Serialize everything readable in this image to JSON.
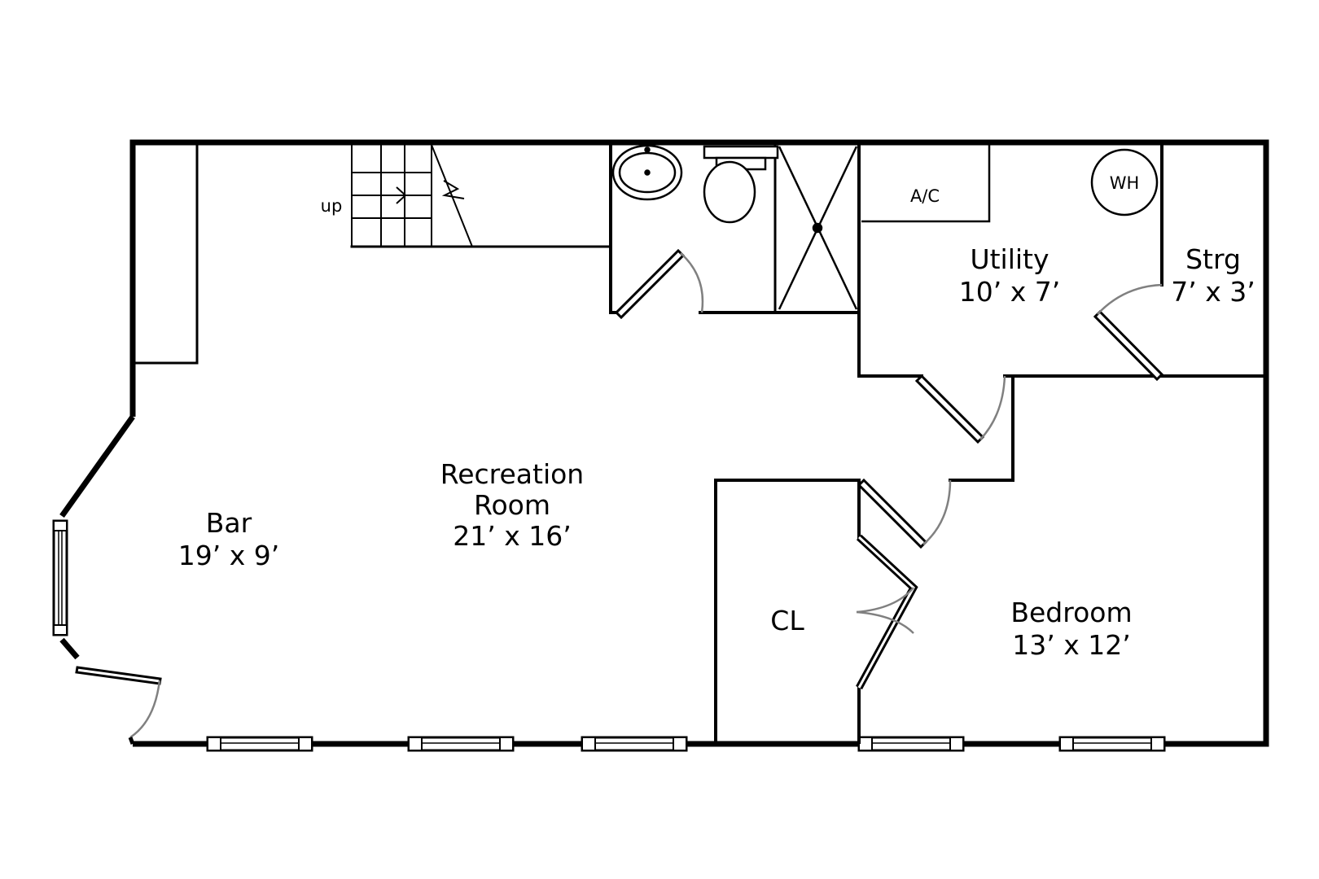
{
  "colors": {
    "wall": "#000000",
    "door_swing": "#808080",
    "background": "#ffffff"
  },
  "rooms": [
    {
      "id": "recreation",
      "name_line1": "Recreation",
      "name_line2": "Room",
      "dims": "21’ x 16’"
    },
    {
      "id": "bar",
      "name": "Bar",
      "dims": "19’ x 9’"
    },
    {
      "id": "utility",
      "name": "Utility",
      "dims": "10’ x 7’"
    },
    {
      "id": "storage",
      "name": "Strg",
      "dims": "7’ x 3’"
    },
    {
      "id": "bedroom",
      "name": "Bedroom",
      "dims": "13’ x 12’"
    },
    {
      "id": "closet",
      "name": "CL"
    }
  ],
  "fixtures": {
    "ac": "A/C",
    "water_heater": "WH",
    "stairs": "up"
  }
}
